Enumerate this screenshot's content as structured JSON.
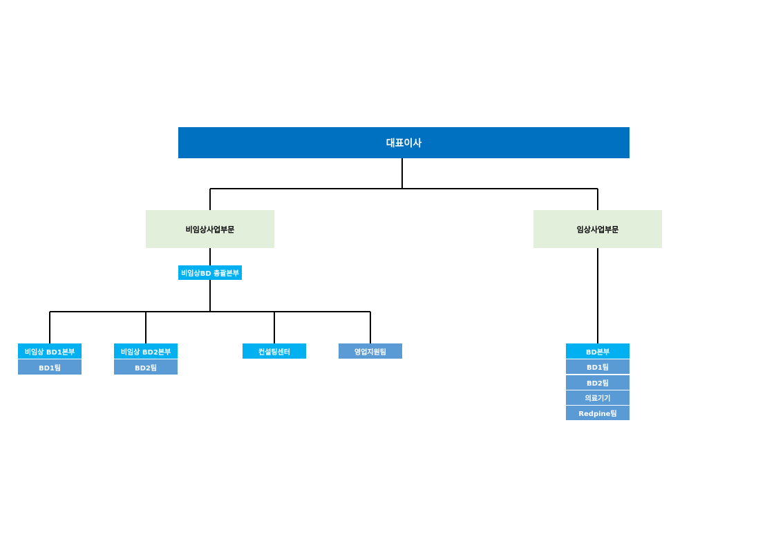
{
  "ceo": "대표이사",
  "divisions": {
    "non_clinical": "비임상사업부문",
    "clinical": "임상사업부문"
  },
  "non_clinical": {
    "hq": "비임상BD 총괄본부",
    "bd1_dept": "비임상 BD1본부",
    "bd1_team": "BD1팀",
    "bd2_dept": "비임상 BD2본부",
    "bd2_team": "BD2팀",
    "consulting": "컨설팅센터",
    "sales_support": "영업지원팀"
  },
  "clinical": {
    "bd_dept": "BD본부",
    "teams": [
      "BD1팀",
      "BD2팀",
      "의료기기",
      "Redpine팀"
    ]
  },
  "colors": {
    "ceo": "#0070c0",
    "division": "#e2efda",
    "dept": "#00b0f0",
    "team": "#5b9bd5",
    "line": "#000000"
  }
}
